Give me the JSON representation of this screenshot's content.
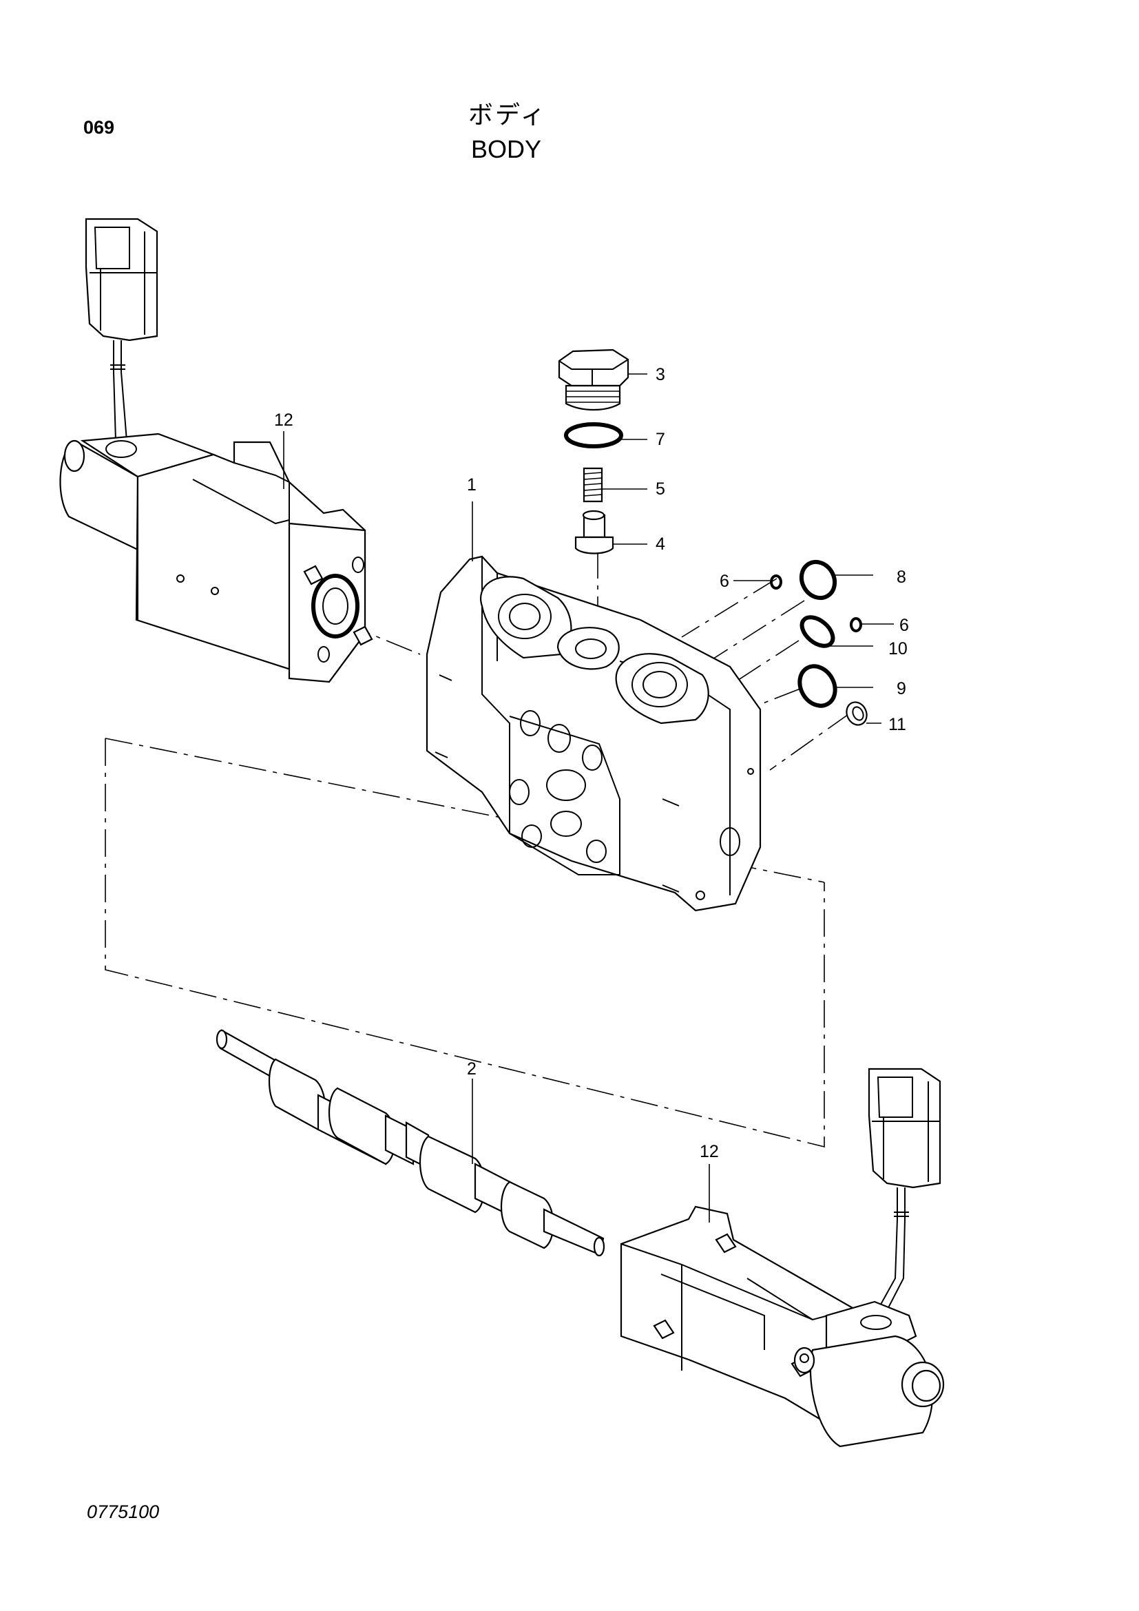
{
  "header": {
    "page_number": "069",
    "title_jp": "ボディ",
    "title_en": "BODY"
  },
  "footer": {
    "drawing_code": "0775100"
  },
  "callouts": [
    {
      "id": "c1",
      "label": "1"
    },
    {
      "id": "c2",
      "label": "2"
    },
    {
      "id": "c3",
      "label": "3"
    },
    {
      "id": "c4",
      "label": "4"
    },
    {
      "id": "c5",
      "label": "5"
    },
    {
      "id": "c6a",
      "label": "6"
    },
    {
      "id": "c6b",
      "label": "6"
    },
    {
      "id": "c7",
      "label": "7"
    },
    {
      "id": "c8",
      "label": "8"
    },
    {
      "id": "c9",
      "label": "9"
    },
    {
      "id": "c10",
      "label": "10"
    },
    {
      "id": "c11",
      "label": "11"
    },
    {
      "id": "c12a",
      "label": "12"
    },
    {
      "id": "c12b",
      "label": "12"
    }
  ]
}
